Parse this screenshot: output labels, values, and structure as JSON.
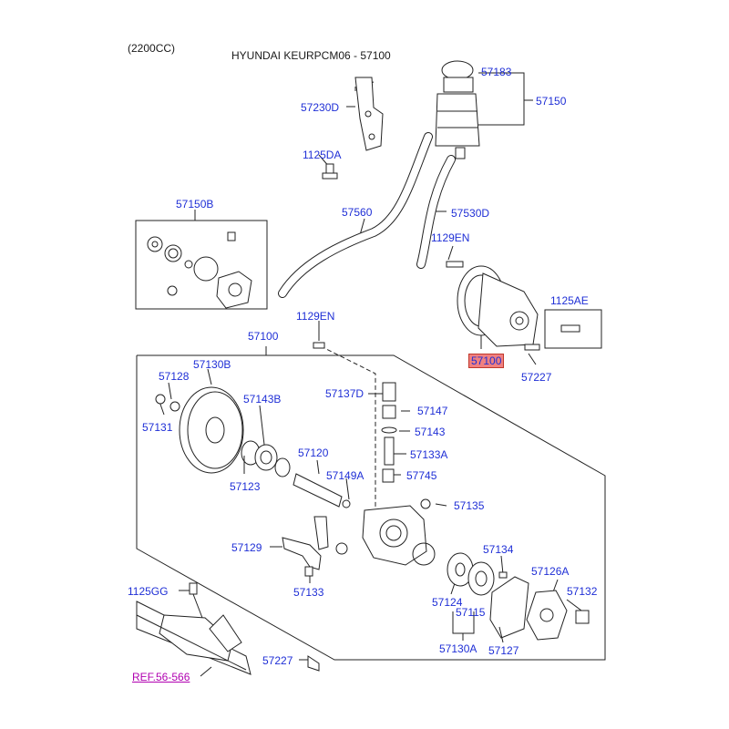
{
  "header": {
    "engine": "(2200CC)",
    "title": "HYUNDAI KEURPCM06 - 57100"
  },
  "labels": {
    "l57183": "57183",
    "l57150": "57150",
    "l57230D": "57230D",
    "l1125DA": "1125DA",
    "l57150B": "57150B",
    "l57560": "57560",
    "l57530D": "57530D",
    "l1129EN_a": "1129EN",
    "l1125AE": "1125AE",
    "l57100_sel": "57100",
    "l57227_a": "57227",
    "l1129EN_b": "1129EN",
    "l57100_box": "57100",
    "l57130B": "57130B",
    "l57128": "57128",
    "l57131": "57131",
    "l57143B": "57143B",
    "l57137D": "57137D",
    "l57147": "57147",
    "l57143": "57143",
    "l57133A": "57133A",
    "l57120": "57120",
    "l57149A": "57149A",
    "l57745": "57745",
    "l57123": "57123",
    "l57135": "57135",
    "l57129": "57129",
    "l57134": "57134",
    "l57126A": "57126A",
    "l57133": "57133",
    "l57132": "57132",
    "l57124": "57124",
    "l1125GG": "1125GG",
    "l57115": "57115",
    "l57130A": "57130A",
    "l57127": "57127",
    "l57227_b": "57227",
    "ref": "REF.56-566"
  },
  "colors": {
    "label": "#1f2fd6",
    "highlight": "#f08080",
    "reference": "#b000b0",
    "line": "#222222"
  }
}
